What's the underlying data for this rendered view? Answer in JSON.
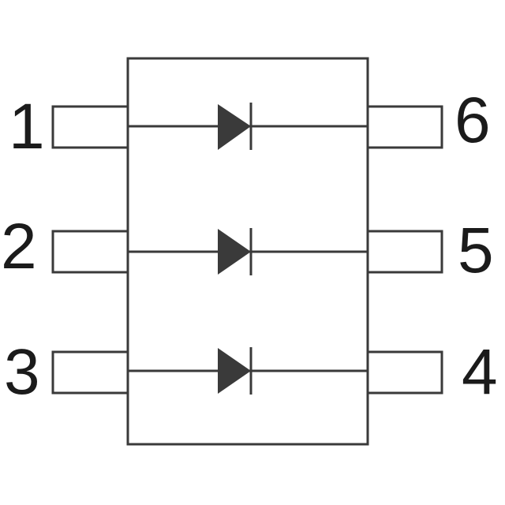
{
  "colors": {
    "line": "#3a3a3a",
    "label": "#1b1b1b",
    "diode_fill": "#3a3a3a",
    "background": "#ffffff"
  },
  "pins": {
    "left": [
      {
        "label": "1"
      },
      {
        "label": "2"
      },
      {
        "label": "3"
      }
    ],
    "right": [
      {
        "label": "6"
      },
      {
        "label": "5"
      },
      {
        "label": "4"
      }
    ]
  },
  "diodes": [
    {
      "anode_pin": "1",
      "cathode_pin": "6"
    },
    {
      "anode_pin": "2",
      "cathode_pin": "5"
    },
    {
      "anode_pin": "3",
      "cathode_pin": "4"
    }
  ]
}
